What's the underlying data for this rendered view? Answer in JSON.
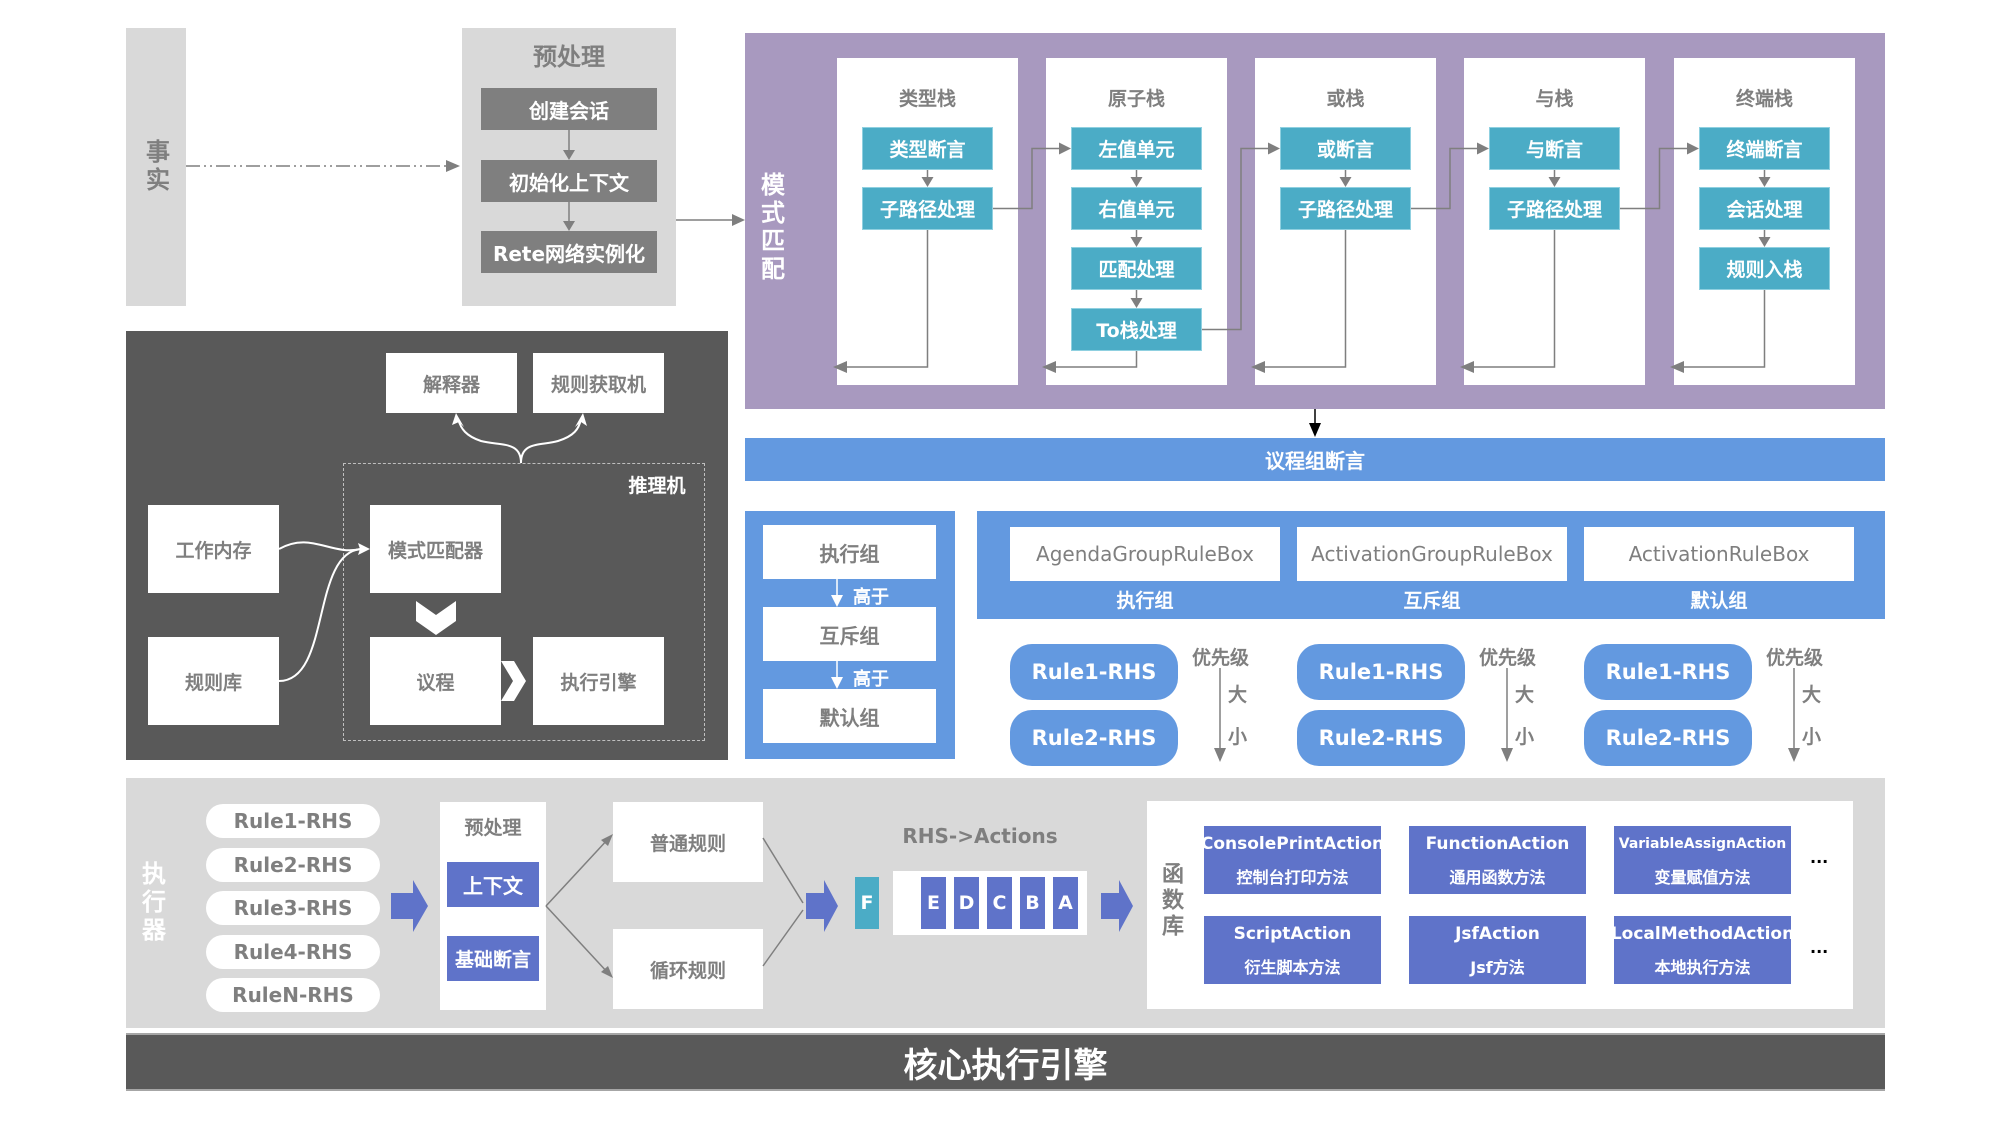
{
  "facts": {
    "label": "事实"
  },
  "preprocess": {
    "title": "预处理",
    "steps": [
      "创建会话",
      "初始化上下文",
      "Rete网络实例化"
    ]
  },
  "pattern_match": {
    "label": "模式匹配",
    "stacks": [
      {
        "title": "类型栈",
        "steps": [
          "类型断言",
          "子路径处理"
        ]
      },
      {
        "title": "原子栈",
        "steps": [
          "左值单元",
          "右值单元",
          "匹配处理",
          "To栈处理"
        ]
      },
      {
        "title": "或栈",
        "steps": [
          "或断言",
          "子路径处理"
        ]
      },
      {
        "title": "与栈",
        "steps": [
          "与断言",
          "子路径处理"
        ]
      },
      {
        "title": "终端栈",
        "steps": [
          "终端断言",
          "会话处理",
          "规则入栈"
        ]
      }
    ]
  },
  "inference": {
    "label": "推理机",
    "interpreter": "解释器",
    "rule_fetcher": "规则获取机",
    "working_memory": "工作内存",
    "rule_base": "规则库",
    "pattern_matcher": "模式匹配器",
    "agenda": "议程",
    "execution_engine": "执行引擎"
  },
  "agenda_assert": {
    "label": "议程组断言"
  },
  "group_priority": {
    "groups": [
      "执行组",
      "互斥组",
      "默认组"
    ],
    "higher_label": "高于"
  },
  "rule_boxes": [
    {
      "name": "AgendaGroupRuleBox",
      "group": "执行组",
      "rules": [
        "Rule1-RHS",
        "Rule2-RHS"
      ]
    },
    {
      "name": "ActivationGroupRuleBox",
      "group": "互斥组",
      "rules": [
        "Rule1-RHS",
        "Rule2-RHS"
      ]
    },
    {
      "name": "ActivationRuleBox",
      "group": "默认组",
      "rules": [
        "Rule1-RHS",
        "Rule2-RHS"
      ]
    }
  ],
  "priority": {
    "label": "优先级",
    "high": "大",
    "low": "小"
  },
  "executor": {
    "label": "执行器",
    "rules": [
      "Rule1-RHS",
      "Rule2-RHS",
      "Rule3-RHS",
      "Rule4-RHS",
      "RuleN-RHS"
    ],
    "preprocess_title": "预处理",
    "preprocess_items": [
      "上下文",
      "基础断言"
    ],
    "rule_types": [
      "普通规则",
      "循环规则"
    ],
    "actions_title": "RHS->Actions",
    "current_action": "F",
    "queued_actions": [
      "E",
      "D",
      "C",
      "B",
      "A"
    ],
    "function_lib_label": "函数库",
    "functions": [
      {
        "name": "ConsolePrintAction",
        "desc": "控制台打印方法"
      },
      {
        "name": "FunctionAction",
        "desc": "通用函数方法"
      },
      {
        "name": "VariableAssignAction",
        "desc": "变量赋值方法"
      },
      {
        "name": "ScriptAction",
        "desc": "衍生脚本方法"
      },
      {
        "name": "JsfAction",
        "desc": "Jsf方法"
      },
      {
        "name": "LocalMethodAction",
        "desc": "本地执行方法"
      }
    ],
    "ellipsis": "..."
  },
  "footer": {
    "title": "核心执行引擎"
  }
}
